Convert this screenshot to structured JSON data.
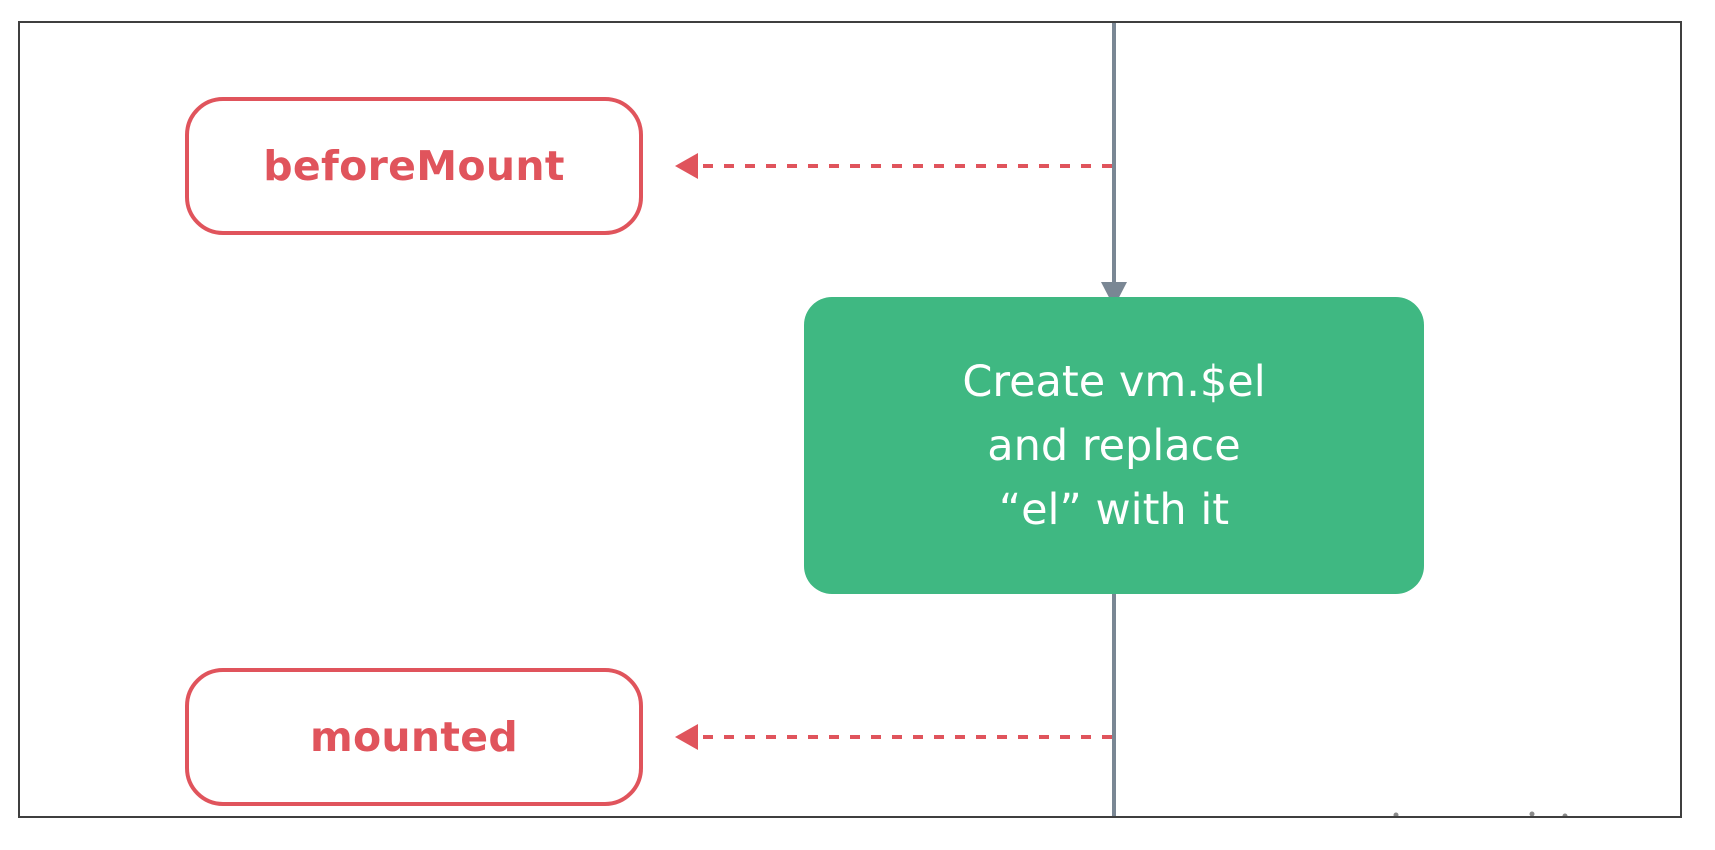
{
  "diagram": {
    "hooks": {
      "before_mount": "beforeMount",
      "mounted": "mounted"
    },
    "process": {
      "lines": [
        "Create vm.$el",
        "and replace",
        "“el” with it"
      ]
    },
    "colors": {
      "hook": "#e0545c",
      "process_fill": "#3fb882",
      "process_text": "#ffffff",
      "flow_line": "#7a8794",
      "frame_border": "#3f3f3f"
    }
  }
}
